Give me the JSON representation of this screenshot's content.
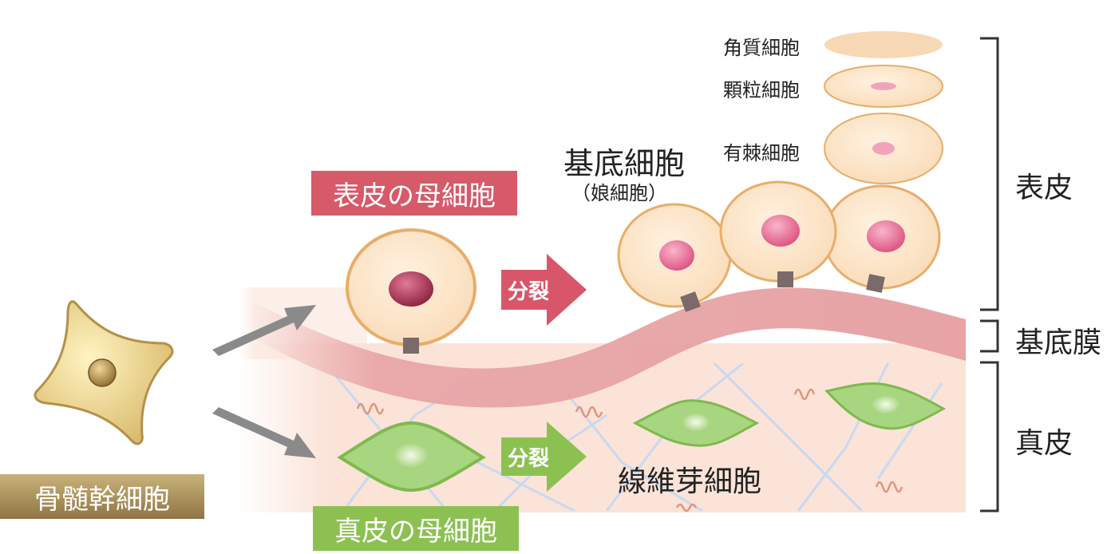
{
  "labels": {
    "stem_cell": "骨髄幹細胞",
    "epidermal_mother": "表皮の母細胞",
    "dermal_mother": "真皮の母細胞",
    "divide_top": "分裂",
    "divide_bottom": "分裂",
    "basal_cell": "基底細胞",
    "basal_cell_sub": "（娘細胞）",
    "fibroblast": "線維芽細胞",
    "stratum_corneum": "角質細胞",
    "granular_cell": "顆粒細胞",
    "spinous_cell": "有棘細胞",
    "epidermis": "表皮",
    "basement_membrane": "基底膜",
    "dermis": "真皮"
  },
  "colors": {
    "epidermal_label_bg": "#d65a68",
    "dermal_label_bg": "#8cc152",
    "stem_label_bg": "#a89055",
    "divide_top_arrow": "#d9566a",
    "divide_bottom_arrow": "#8cc152",
    "gray_arrow": "#8a8a8a",
    "membrane": "#e7a3a5",
    "dermis_bg": "#fbe3d8",
    "cell_fill": "#fbe2c3",
    "cell_stroke": "#e9ad6a",
    "nucleus": "#e26a8d",
    "green_cell": "#a8d680",
    "green_stroke": "#7fb94e",
    "fiber_line": "#bfd3ee",
    "elastin": "#e4937b",
    "bracket": "#333333"
  }
}
